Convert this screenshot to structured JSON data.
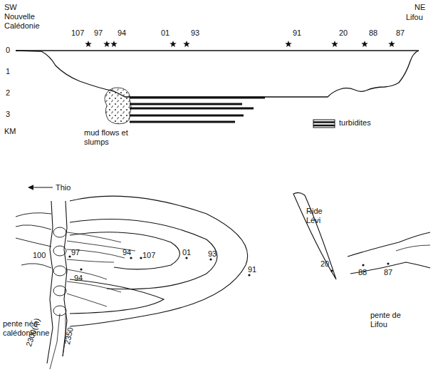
{
  "diagram": {
    "labels": [
      "SW",
      "Nouvelle Calédonie",
      "NE",
      "Lifou",
      "0",
      "1",
      "2",
      "3",
      "KM",
      "107",
      "97",
      "94",
      "01",
      "93",
      "91",
      "20",
      "88",
      "87",
      "mud flows et slumps",
      "Thio",
      "100",
      "97",
      "94",
      "94",
      "107",
      "01",
      "93",
      "91",
      "Ride Lévi",
      "20",
      "88",
      "87",
      "pente de Lifou",
      "pente néo-calédonienne",
      "2350",
      "2300(m)"
    ],
    "legend": [
      {
        "text": "turbidites"
      }
    ]
  }
}
